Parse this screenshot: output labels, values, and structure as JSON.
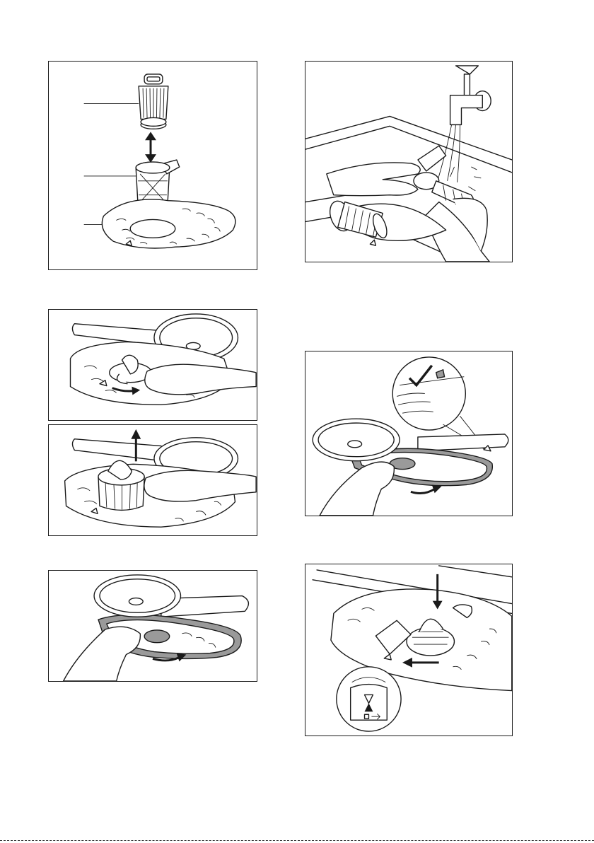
{
  "page": {
    "background": "#ffffff",
    "line_color": "#1a1a1a",
    "accent_grey": "#9a9a9a"
  },
  "figures": [
    {
      "id": "filter-exploded",
      "icon": "filter-assembly-icon"
    },
    {
      "id": "rinse-filters",
      "icon": "tap-water-icon"
    },
    {
      "id": "turn-filter-out",
      "icon": "rotate-arrow-icon"
    },
    {
      "id": "lift-filter-out",
      "icon": "lift-arrow-icon"
    },
    {
      "id": "refit-flat-filter",
      "icon": "check-mark-icon"
    },
    {
      "id": "turn-flat-filter",
      "icon": "rotate-arrow-icon"
    },
    {
      "id": "lock-filter",
      "icon": "lock-marker-icon"
    }
  ]
}
